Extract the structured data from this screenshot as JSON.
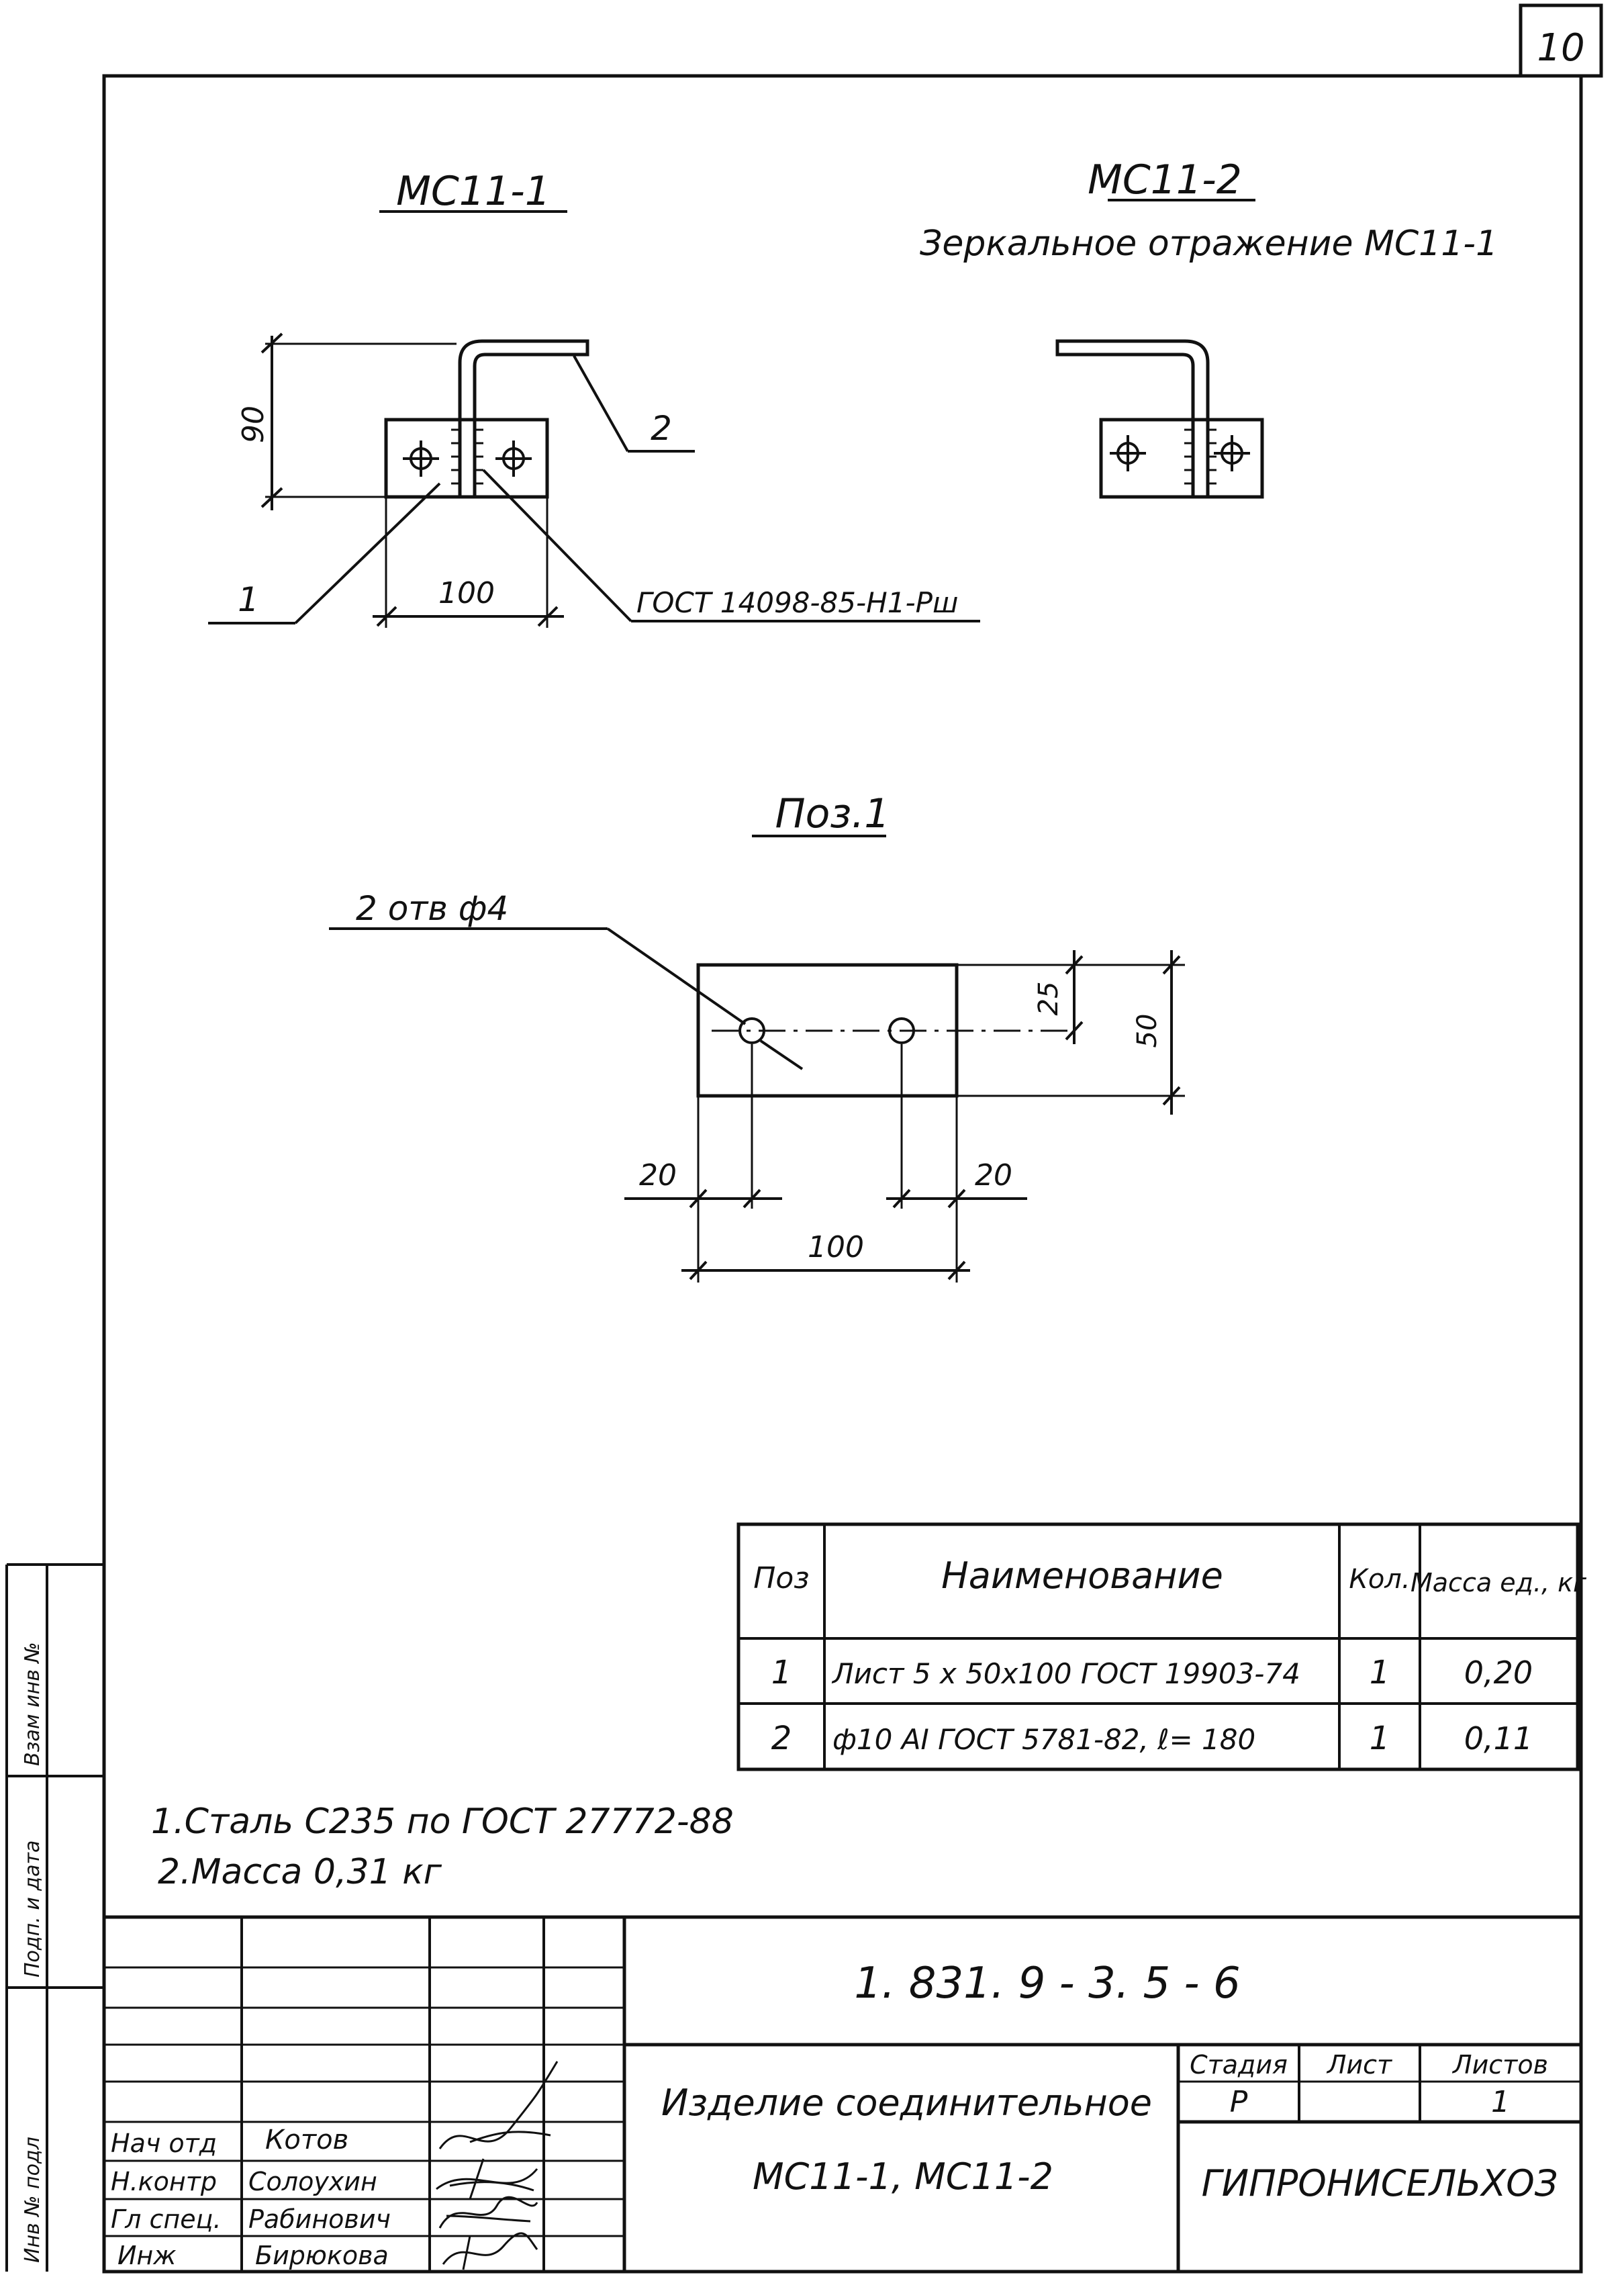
{
  "sheet_number": "10",
  "view_left": {
    "title": "МС11-1",
    "dim_height": "90",
    "dim_width": "100",
    "leader_pos1": "1",
    "leader_pos2": "2",
    "weld_note": "ГОСТ 14098-85-Н1-Рш"
  },
  "view_right": {
    "title": "МС11-2",
    "subtitle": "Зеркальное отражение МС11-1"
  },
  "detail": {
    "title": "Поз.1",
    "holes_note": "2 отв ф4",
    "dim_25": "25",
    "dim_50": "50",
    "dim_20_left": "20",
    "dim_20_right": "20",
    "dim_100": "100"
  },
  "spec_table": {
    "headers": [
      "Поз",
      "Наименование",
      "Кол.",
      "Масса ед., кг"
    ],
    "rows": [
      [
        "1",
        "Лист 5 х 50х100 ГОСТ 19903-74",
        "1",
        "0,20"
      ],
      [
        "2",
        "ф10 АI ГОСТ 5781-82, ℓ= 180",
        "1",
        "0,11"
      ]
    ]
  },
  "notes": [
    "1.Сталь С235 по ГОСТ 27772-88",
    "2.Масса 0,31 кг"
  ],
  "side_stamp": [
    "Инв № подл",
    "Подп. и дата",
    "Взам инв №"
  ],
  "title_block": {
    "document_code": "1. 831. 9 - 3. 5 - 6",
    "product_title": "Изделие соединительное",
    "product_codes": "МС11-1, МС11-2",
    "stage_label": "Стадия",
    "sheet_label": "Лист",
    "sheets_label": "Листов",
    "stage_value": "Р",
    "sheet_value": "",
    "sheets_value": "1",
    "organization": "ГИПРОНИСЕЛЬХОЗ",
    "signatures": [
      {
        "role": "Нач отд",
        "name": "Котов"
      },
      {
        "role": "Н.контр",
        "name": "Солоухин"
      },
      {
        "role": "Гл спец.",
        "name": "Рабинович"
      },
      {
        "role": "Инж",
        "name": "Бирюкова"
      }
    ]
  }
}
